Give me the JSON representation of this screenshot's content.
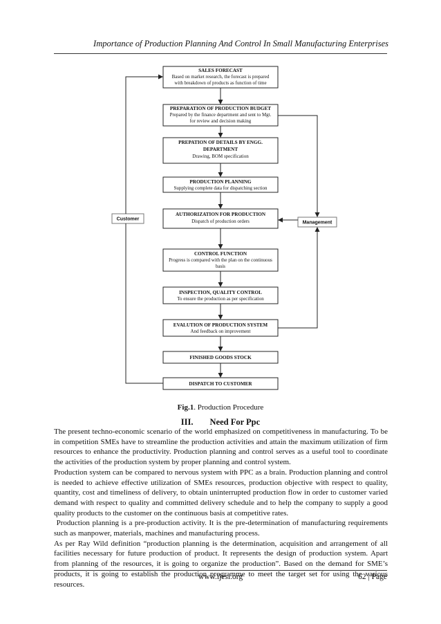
{
  "header": {
    "running_title": "Importance of Production Planning And Control In Small Manufacturing Enterprises"
  },
  "figure": {
    "boxes": [
      {
        "title": "SALES FORECAST",
        "lines": [
          "Based on market research, the forecast is prepared",
          "with breakdown of products as function of time"
        ]
      },
      {
        "title": "PREPARATION OF PRODUCTION BUDGET",
        "lines": [
          "Prepared by the finance department and sent to Mgt.",
          "for review and decision making"
        ]
      },
      {
        "title": "PREPATION OF DETAILS BY ENGG.",
        "title2": "DEPARTMENT",
        "lines": [
          "Drawing, BOM specification"
        ]
      },
      {
        "title": "PRODUCTION PLANNING",
        "lines": [
          "Supplying complete data for dispatching section"
        ]
      },
      {
        "title": "AUTHORIZATION FOR PRODUCTION",
        "lines": [
          "Dispatch of production orders"
        ]
      },
      {
        "title": "CONTROL FUNCTION",
        "lines": [
          "Progress is compared with the plan on the continuous",
          "basis"
        ]
      },
      {
        "title": "INSPECTION, QUALITY CONTROL",
        "lines": [
          "To ensure the production as per specification"
        ]
      },
      {
        "title": "EVALUTION OF PRODUCTION SYSTEM",
        "lines": [
          "And feedback on improvement"
        ]
      },
      {
        "title": "FINISHED GOODS STOCK",
        "lines": []
      },
      {
        "title": "DISPATCH TO CUSTOMER",
        "lines": []
      }
    ],
    "customer_label": "Customer",
    "management_label": "Management",
    "caption_label": "Fig.1",
    "caption_text": ". Production Procedure"
  },
  "section": {
    "number": "III.",
    "title": "Need For Ppc"
  },
  "paragraphs": [
    "The present techno-economic scenario of the world emphasized on competitiveness in manufacturing. To be in competition SMEs have to streamline the production activities and attain the maximum utilization of firm resources to enhance the productivity. Production planning and control serves as a useful tool to coordinate the activities of the production system by proper planning and control system.",
    "Production system can be compared to nervous system with PPC as a brain. Production planning and control is needed to achieve effective utilization of SMEs resources, production objective with respect to quality, quantity, cost and timeliness of delivery, to obtain uninterrupted production flow in order to customer varied demand with respect to quality and committed delivery schedule and to help the company to supply a good quality products to the customer on the continuous basis at competitive rates.",
    " Production planning is a pre-production activity. It is the pre-determination of manufacturing requirements such as manpower, materials, machines and manufacturing process.",
    "As per Ray Wild definition “production planning is the determination, acquisition and arrangement of all facilities necessary for future production of product. It represents the design of production system. Apart from planning of the resources, it is going to organize the production”. Based on the demand for SME’s products, it is going to establish the production programme to meet the target set for using the various resources."
  ],
  "footer": {
    "url": "www.ijesi.org",
    "page": "62 | Page"
  }
}
